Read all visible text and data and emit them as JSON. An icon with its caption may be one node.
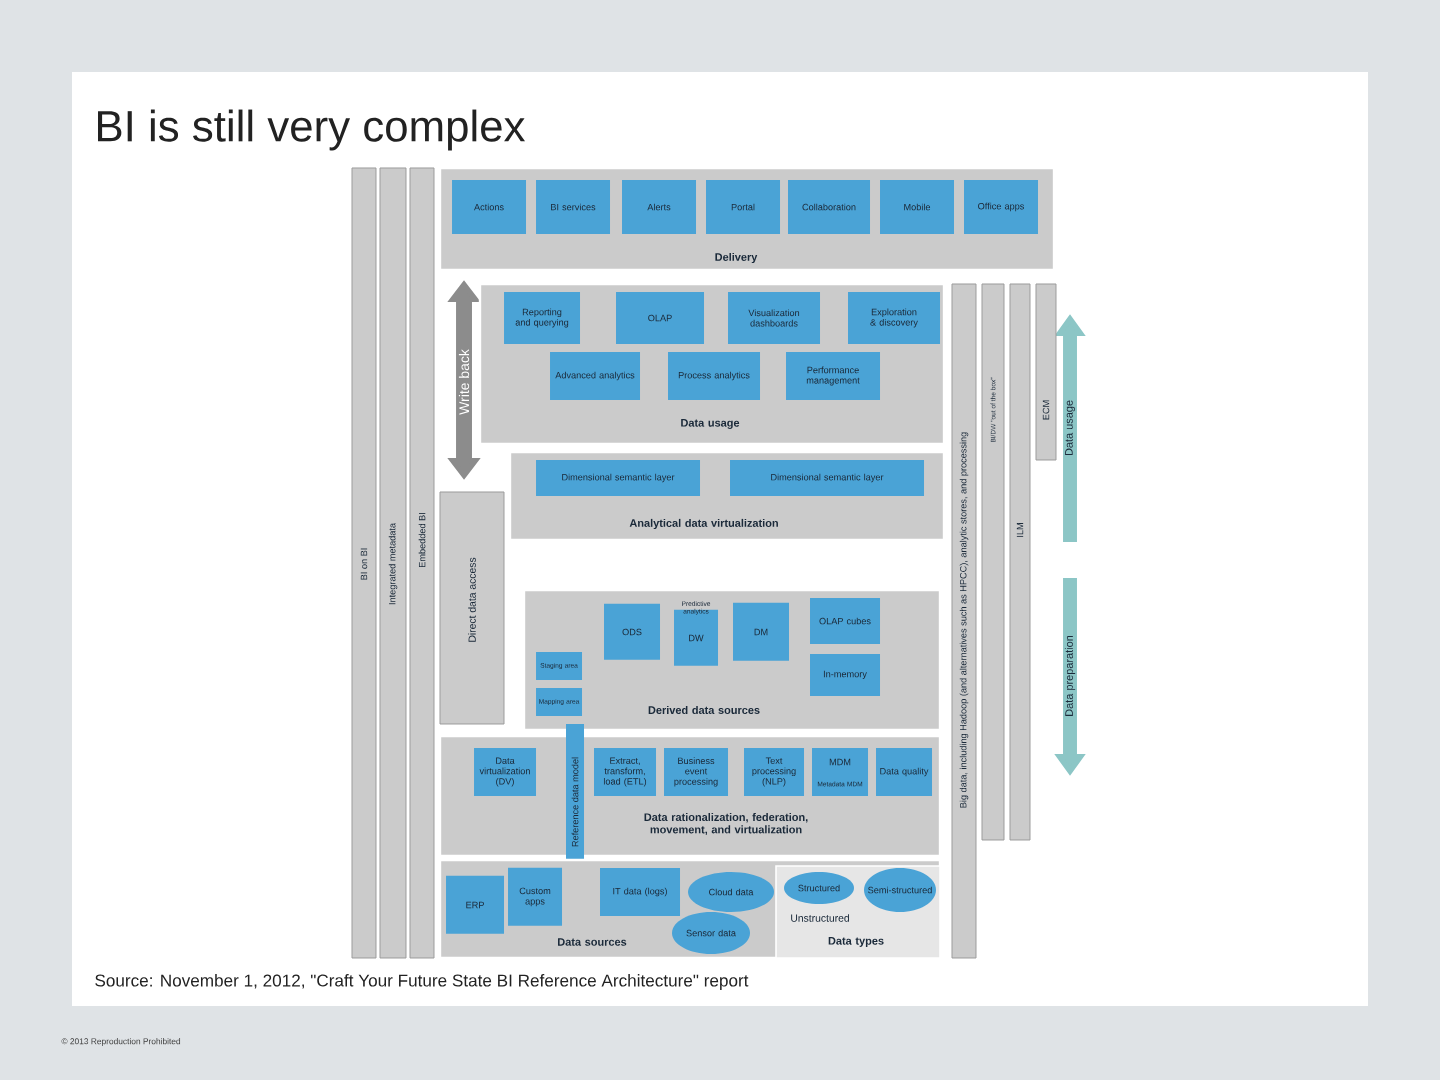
{
  "diagram": {
    "title": "BI is still very complex",
    "caption": "Source: November 1, 2012, \"Craft Your Future State BI Reference Architecture\" report",
    "nodes": [
      {
        "text": [
          "Delivery"
        ]
      },
      {
        "text": [
          "Actions"
        ],
        "in": 0
      },
      {
        "text": [
          "BI services"
        ],
        "in": 0
      },
      {
        "text": [
          "Alerts"
        ],
        "in": 0
      },
      {
        "text": [
          "Portal"
        ],
        "in": 0
      },
      {
        "text": [
          "Collaboration"
        ],
        "in": 0
      },
      {
        "text": [
          "Mobile"
        ],
        "in": 0
      },
      {
        "text": [
          "Office apps"
        ],
        "in": 0
      },
      {
        "text": [
          "Data usage"
        ]
      },
      {
        "text": [
          "Reporting and querying"
        ],
        "in": 8
      },
      {
        "text": [
          "OLAP"
        ],
        "in": 8
      },
      {
        "text": [
          "Visualization dashboards"
        ],
        "in": 8
      },
      {
        "text": [
          "Exploration & discovery"
        ],
        "in": 8
      },
      {
        "text": [
          "Advanced analytics"
        ],
        "in": 8
      },
      {
        "text": [
          "Process analytics"
        ],
        "in": 8
      },
      {
        "text": [
          "Performance management"
        ],
        "in": 8
      },
      {
        "text": [
          "Analytical data virtualization"
        ]
      },
      {
        "text": [
          "Dimensional semantic layer"
        ],
        "in": 16
      },
      {
        "text": [
          "Dimensional semantic layer"
        ],
        "in": 16
      },
      {
        "text": [
          "Derived data sources"
        ]
      },
      {
        "text": [
          "ODS"
        ],
        "in": 19
      },
      {
        "text": [
          "DW"
        ],
        "in": 19,
        "beside": [
          "Predictive analytics"
        ]
      },
      {
        "text": [
          "DM"
        ],
        "in": 19
      },
      {
        "text": [
          "OLAP cubes"
        ],
        "in": 19
      },
      {
        "text": [
          "In-memory"
        ],
        "in": 19
      },
      {
        "text": [
          "Staging area"
        ],
        "in": 19
      },
      {
        "text": [
          "Mapping area"
        ],
        "in": 19
      },
      {
        "text": [
          "Data rationalization, federation, movement, and virtualization"
        ]
      },
      {
        "text": [
          "Data virtualization (DV)"
        ],
        "in": 27
      },
      {
        "text": [
          "Extract, transform, load (ETL)"
        ],
        "in": 27
      },
      {
        "text": [
          "Business event processing"
        ],
        "in": 27
      },
      {
        "text": [
          "Text processing (NLP)"
        ],
        "in": 27
      },
      {
        "text": [
          "MDM",
          "Metadata MDM"
        ],
        "in": 27
      },
      {
        "text": [
          "Data quality"
        ],
        "in": 27
      },
      {
        "text": [
          "Reference data model"
        ]
      },
      {
        "text": [
          "Data sources"
        ]
      },
      {
        "text": [
          "ERP"
        ],
        "in": 35
      },
      {
        "text": [
          "Custom apps"
        ],
        "in": 35
      },
      {
        "text": [
          "IT data (logs)"
        ],
        "in": 35
      },
      {
        "text": [
          "Cloud data"
        ],
        "in": 35
      },
      {
        "text": [
          "Sensor data"
        ],
        "in": 35
      },
      {
        "text": [
          "Unstructured",
          "Data types"
        ],
        "in": 35
      },
      {
        "text": [
          "Structured"
        ],
        "in": 41
      },
      {
        "text": [
          "Semi-structured"
        ],
        "in": 41
      },
      {
        "text": [
          "BI on BI"
        ]
      },
      {
        "text": [
          "Integrated metadata"
        ]
      },
      {
        "text": [
          "Embedded BI"
        ]
      },
      {
        "text": [
          "Direct data access"
        ]
      },
      {
        "text": [
          "Big data, including Hadoop (and alternatives such as HPCC), analytic stores, and processing"
        ]
      },
      {
        "text": [
          "BI/DW \"out of the box\""
        ]
      },
      {
        "text": [
          "ILM"
        ]
      },
      {
        "text": [
          "ECM"
        ]
      }
    ],
    "labels": [
      "Write back",
      "Data usage",
      "Data preparation",
      "© 2013 Reproduction Prohibited"
    ]
  }
}
